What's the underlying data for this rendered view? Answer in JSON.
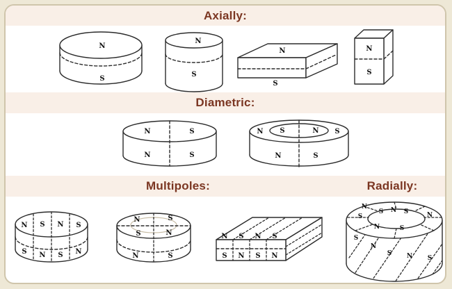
{
  "sections": {
    "axially": {
      "title": "Axially:"
    },
    "diametric": {
      "title": "Diametric:"
    },
    "multipoles": {
      "title": "Multipoles:"
    },
    "radially": {
      "title": "Radially:"
    }
  },
  "colors": {
    "page_background": "#eee8d6",
    "panel_background": "#ffffff",
    "panel_border": "#cfc5ab",
    "header_band": "#f9efe7",
    "heading_text": "#7b3622",
    "line_color": "#2b2b2b",
    "faint_line": "#c8bda6"
  },
  "magnets": {
    "axial_disc": {
      "top": "N",
      "bottom": "S"
    },
    "axial_cylinder": {
      "top": "N",
      "bottom": "S"
    },
    "axial_slab": {
      "top": "N",
      "bottom": "S"
    },
    "axial_block": {
      "top": "N",
      "bottom": "S"
    },
    "diametric_disc": {
      "top": [
        "N",
        "S"
      ],
      "front": [
        "N",
        "S"
      ]
    },
    "diametric_ring": {
      "top": [
        "N",
        "S",
        "N",
        "S"
      ],
      "front": [
        "N",
        "S"
      ]
    },
    "multipole_disc": {
      "top": [
        "N",
        "S",
        "N",
        "S"
      ],
      "bottom": [
        "S",
        "N",
        "S",
        "N"
      ]
    },
    "multipole_ring_disc": {
      "outer": [
        "N",
        "S"
      ],
      "inner": [
        "S",
        "N"
      ],
      "front": [
        "N",
        "S"
      ]
    },
    "multipole_block": {
      "top": [
        "N",
        "S",
        "N",
        "S"
      ],
      "front": [
        "S",
        "N",
        "S",
        "N"
      ]
    },
    "radial_ring": {
      "rim": [
        "N",
        "S"
      ],
      "inner": [
        "S",
        "N",
        "S"
      ],
      "rim_right": "N",
      "face_lower": [
        "N",
        "S"
      ],
      "side": [
        "S",
        "N",
        "S",
        "N",
        "S"
      ]
    }
  }
}
